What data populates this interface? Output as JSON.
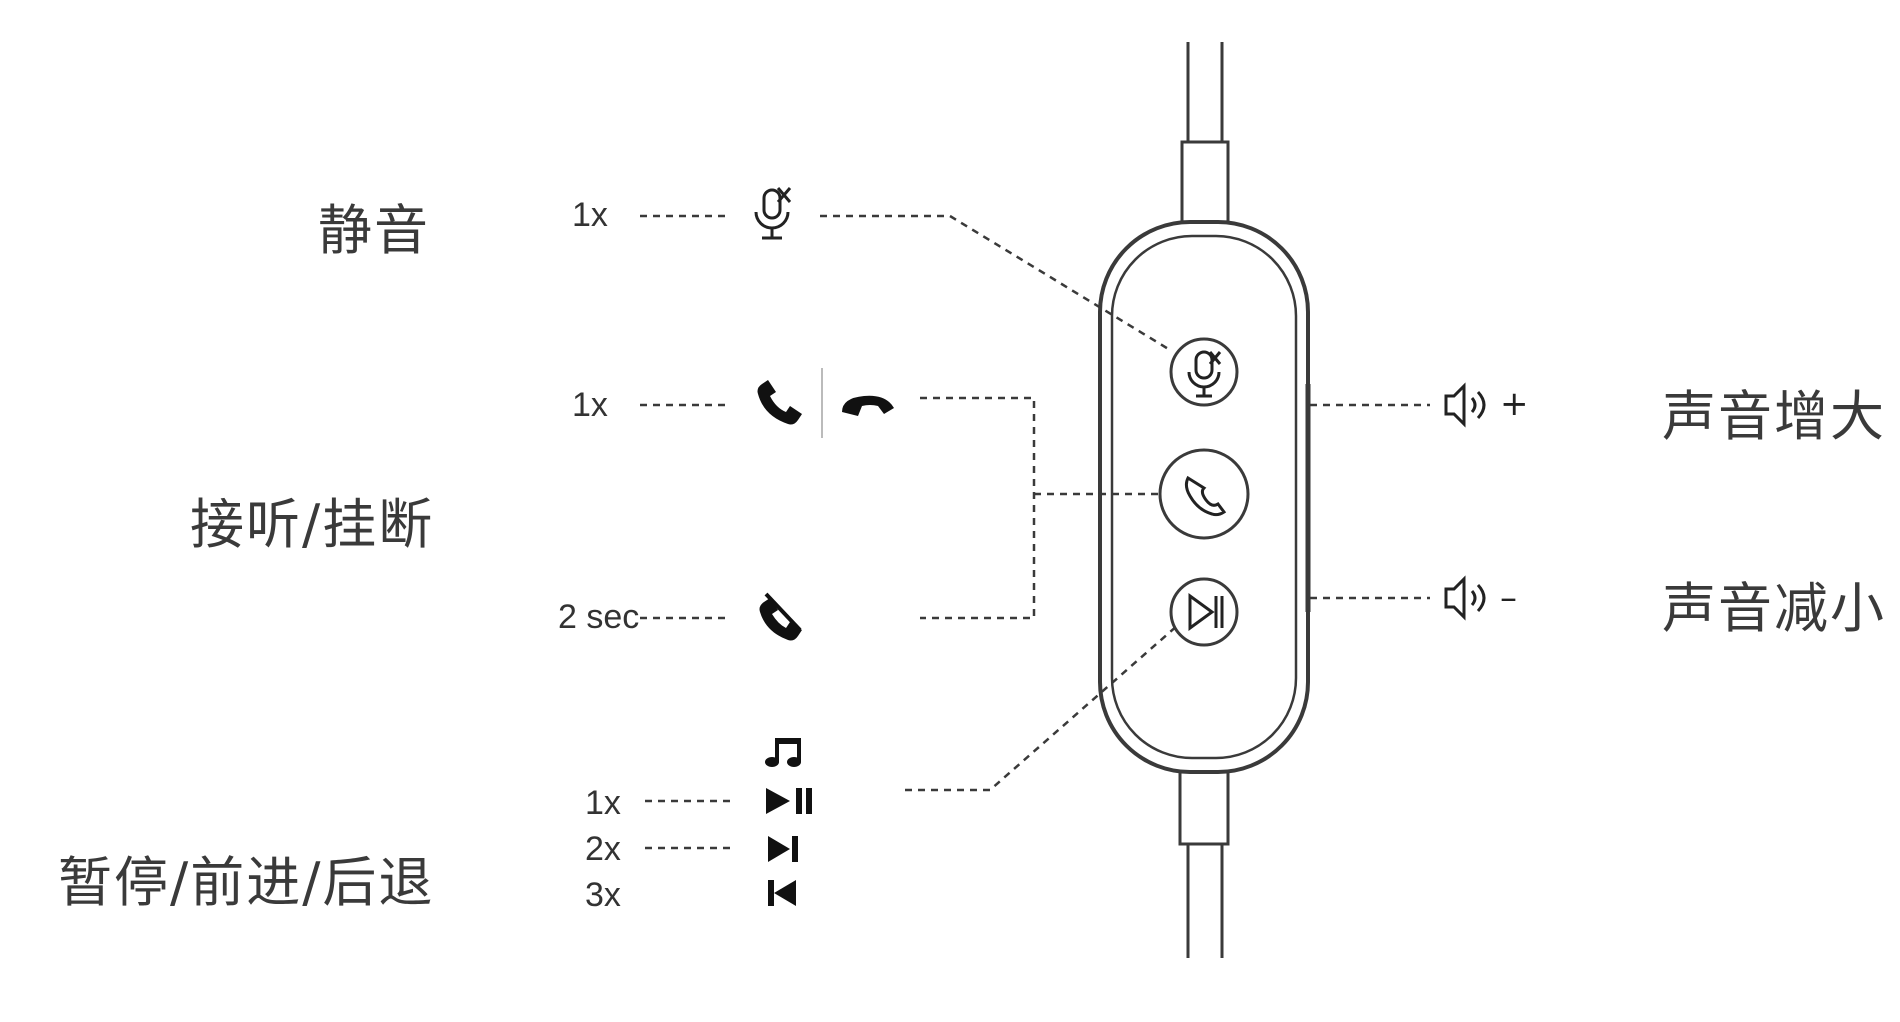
{
  "labels": {
    "mute": "静音",
    "answer_hangup": "接听/挂断",
    "play_skip": "暂停/前进/后退",
    "volume_up": "声音增大",
    "volume_down": "声音减小"
  },
  "counts": {
    "mute_press": "1x",
    "answer_press": "1x",
    "reject_hold": "2 sec",
    "play_press": "1x",
    "next_press": "2x",
    "prev_press": "3x"
  },
  "symbols": {
    "plus": "+",
    "minus": "–"
  },
  "icons": [
    "muted-mic-icon",
    "phone-answer-icon",
    "phone-hangup-icon",
    "phone-reject-icon",
    "music-note-icon",
    "play-pause-icon",
    "next-track-icon",
    "previous-track-icon",
    "volume-speaker-icon"
  ],
  "colors": {
    "line": "#3a3a3a",
    "text": "#3a3a3a"
  }
}
